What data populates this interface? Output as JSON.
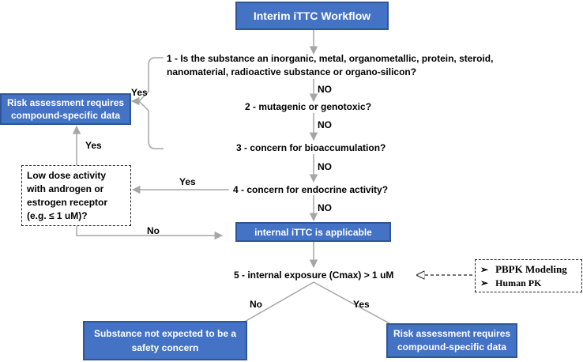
{
  "title": "Interim iTTC Workflow",
  "questions": {
    "q1_line1": "1 - Is the substance an inorganic, metal, organometallic, protein, steroid,",
    "q1_line2": "nanomaterial, radioactive substance or organo-silicon?",
    "q2": "2 - mutagenic or genotoxic?",
    "q3": "3 - concern for bioaccumulation?",
    "q4": "4 - concern for endocrine activity?",
    "q5": "5 - internal exposure (Cmax) > 1 uM"
  },
  "edge_labels": {
    "no1": "NO",
    "no2": "NO",
    "no3": "NO",
    "no4": "NO",
    "yes_bracket": "Yes",
    "yes_up": "Yes",
    "yes_q4": "Yes",
    "no_low_dose": "No",
    "no_q5": "No",
    "yes_q5": "Yes"
  },
  "boxes": {
    "risk_top_line1": "Risk assessment requires",
    "risk_top_line2": "compound-specific data",
    "low_dose_line1": "Low dose activity",
    "low_dose_line2": "with androgen or",
    "low_dose_line3": "estrogen receptor",
    "low_dose_line4": "(e.g. ≤ 1 uM)?",
    "ittc_applicable": "internal iTTC is applicable",
    "not_concern_line1": "Substance not expected to be a",
    "not_concern_line2": "safety concern",
    "risk_bottom_line1": "Risk assessment requires",
    "risk_bottom_line2": "compound-specific data"
  },
  "side_box": {
    "items": [
      "PBPK Modeling",
      "Human PK"
    ],
    "bullet": "➢"
  },
  "colors": {
    "box_fill": "#4472c4",
    "box_border": "#2f5597",
    "arrow": "#a6a6a6"
  }
}
